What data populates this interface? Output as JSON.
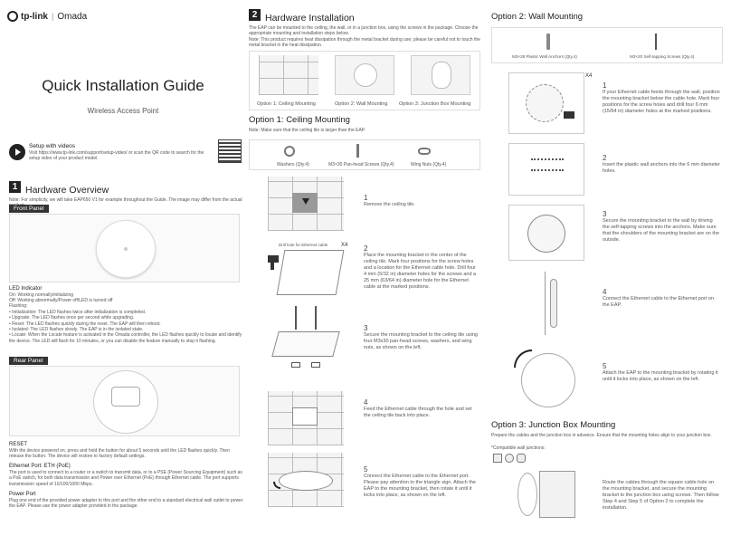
{
  "brand": {
    "name": "tp-link",
    "product": "Omada"
  },
  "cover": {
    "title": "Quick Installation Guide",
    "subtitle": "Wireless Access Point"
  },
  "video": {
    "title": "Setup with videos",
    "desc": "Visit https://www.tp-link.com/support/setup-video/ or scan the QR code to search for the setup video of your product model."
  },
  "hw_overview": {
    "num": "1",
    "title": "Hardware Overview",
    "note": "Note: For simplicity, we will take EAP650 V1 for example throughout the Guide. The image may differ from the actual product.",
    "front": "Front Panel",
    "rear": "Rear Panel",
    "led_title": "LED Indicator",
    "led_on": "On: Working normally/initializing",
    "led_off": "Off: Working abnormally/Power off/LED is turned off",
    "flashing": "Flashing:",
    "flash_items": [
      "Initialization: The LED flashes twice after initialization is completed.",
      "Upgrade: The LED flashes once per second while upgrading.",
      "Reset: The LED flashes quickly during the reset. The EAP will then reboot.",
      "Isolated: The LED flashes slowly. The EAP is in the isolated state.",
      "Locate: When the Locate feature is activated in the Omada controller, the LED flashes quickly to locate and identify the device. The LED will flash for 10 minutes, or you can disable the feature manually to stop it flashing."
    ],
    "reset_title": "RESET",
    "reset_desc": "With the device powered on, press and hold the button for about 5 seconds until the LED flashes quickly. Then release the button. The device will restore to factory default settings.",
    "eth_title": "Ethernet Port: ETH (PoE)",
    "eth_desc": "The port is used to connect to a router or a switch to transmit data, or to a PSE (Power Sourcing Equipment) such as a PoE switch, for both data transmission and Power over Ethernet (PoE) through Ethernet cable. The port supports transmission speed of 10/100/1000 Mbps.",
    "power_title": "Power Port",
    "power_desc": "Plug one end of the provided power adapter to this port and the other end to a standard electrical wall outlet to power the EAP. Please use the power adapter provided in the package."
  },
  "hw_install": {
    "num": "2",
    "title": "Hardware Installation",
    "intro": "The EAP can be mounted to the ceiling, the wall, or in a junction box, using the screws in the package. Choose the appropriate mounting and installation steps below.",
    "note": "Note: This product requires heat dissipation through the metal bracket during use; please be careful not to touch the metal bracket in the heat dissipation.",
    "options": [
      "Option 1: Ceiling Mounting",
      "Option 2: Wall Mounting",
      "Option 3: Junction Box Mounting"
    ]
  },
  "opt1": {
    "title": "Option 1: Ceiling Mounting",
    "note": "Note: Make sure that the ceiling tile is larger than the EAP.",
    "parts": [
      "Washers (Qty.4)",
      "M3×30 Pan-head Screws (Qty.4)",
      "Wing Nuts (Qty.4)"
    ],
    "drill_label": "Drill hole for Ethernet cable",
    "x4": "X4",
    "steps": [
      {
        "n": "1",
        "t": "Remove the ceiling tile."
      },
      {
        "n": "2",
        "t": "Place the mounting bracket in the center of the ceiling tile. Mark four positions for the screw holes and a location for the Ethernet cable hole. Drill four 4 mm (5/32 in) diameter holes for the screws and a 25 mm (63/64 in) diameter hole for the Ethernet cable at the marked positions."
      },
      {
        "n": "3",
        "t": "Secure the mounting bracket to the ceiling tile using four M3x30 pan-head screws, washers, and wing nuts, as shown on the left."
      },
      {
        "n": "4",
        "t": "Feed the Ethernet cable through the hole and set the ceiling tile back into place."
      },
      {
        "n": "5",
        "t": "Connect the Ethernet cable to the Ethernet port. Please pay attention to the triangle sign. Attach the EAP to the mounting bracket, then rotate it until it locks into place, as shown on the left."
      }
    ]
  },
  "opt2": {
    "title": "Option 2: Wall Mounting",
    "parts": [
      "M3×28 Plastic Wall Anchors (Qty.4)",
      "M3×20 Self-tapping Screws (Qty.4)"
    ],
    "x4": "X4",
    "steps": [
      {
        "n": "1",
        "t": "If your Ethernet cable feeds through the wall, position the mounting bracket below the cable hole. Mark four positions for the screw holes and drill four 6 mm (15/64 in) diameter holes at the marked positions."
      },
      {
        "n": "2",
        "t": "Insert the plastic wall anchors into the 6 mm diameter holes."
      },
      {
        "n": "3",
        "t": "Secure the mounting bracket to the wall by driving the self-tapping screws into the anchors. Make sure that the shoulders of the mounting bracket are on the outside."
      },
      {
        "n": "4",
        "t": "Connect the Ethernet cable to the Ethernet port on the EAP."
      },
      {
        "n": "5",
        "t": "Attach the EAP to the mounting bracket by rotating it until it locks into place, as shown on the left."
      }
    ]
  },
  "opt3": {
    "title": "Option 3: Junction Box Mounting",
    "intro": "Prepare the cables and the junction box in advance. Ensure that the mounting holes align to your junction box.",
    "compat": "*Compatible wall junctions:",
    "step": "Route the cables through the square cable hole on the mounting bracket, and secure the mounting bracket to the junction box using screws. Then follow Step 4 and Step 5 of Option 2 to complete the installation."
  }
}
